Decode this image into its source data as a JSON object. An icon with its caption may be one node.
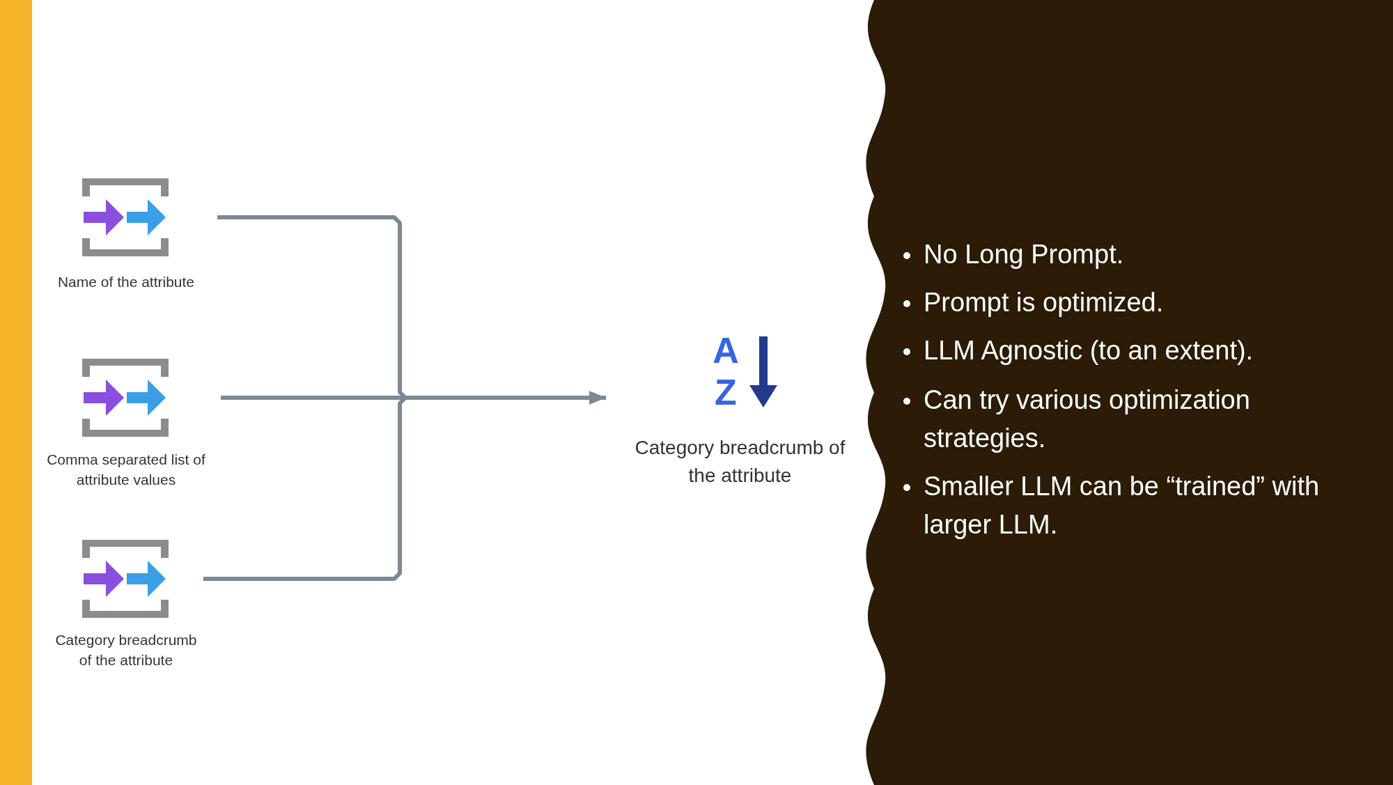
{
  "diagram": {
    "nodes": [
      {
        "text": [
          "Name of the attribute"
        ]
      },
      {
        "text": [
          "Comma separated list of attribute values"
        ]
      },
      {
        "text": [
          "Category breadcrumb of the attribute"
        ]
      },
      {
        "text": [
          "A",
          "Z",
          "Category breadcrumb of the attribute"
        ]
      }
    ],
    "edges": [
      {
        "from": 0,
        "to": 3,
        "arrow": "to"
      },
      {
        "from": 1,
        "to": 3,
        "arrow": "to"
      },
      {
        "from": 2,
        "to": 3,
        "arrow": "to"
      }
    ],
    "labels": [
      "No Long Prompt.",
      "Prompt is optimized.",
      "LLM Agnostic (to an extent).",
      "Can try various optimization strategies.",
      "Smaller LLM can be “trained” with larger LLM."
    ]
  }
}
